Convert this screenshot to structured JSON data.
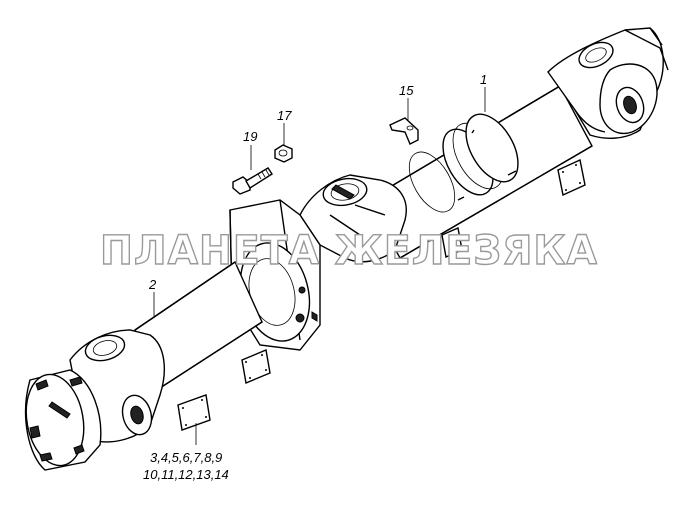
{
  "watermark": "ПЛАНЕТА ЖЕЛЕЗЯКА",
  "callouts": {
    "c1": "1",
    "c2": "2",
    "c15": "15",
    "c17": "17",
    "c19": "19",
    "c_group_line1": "3,4,5,6,7,8,9",
    "c_group_line2": "10,11,12,13,14"
  }
}
